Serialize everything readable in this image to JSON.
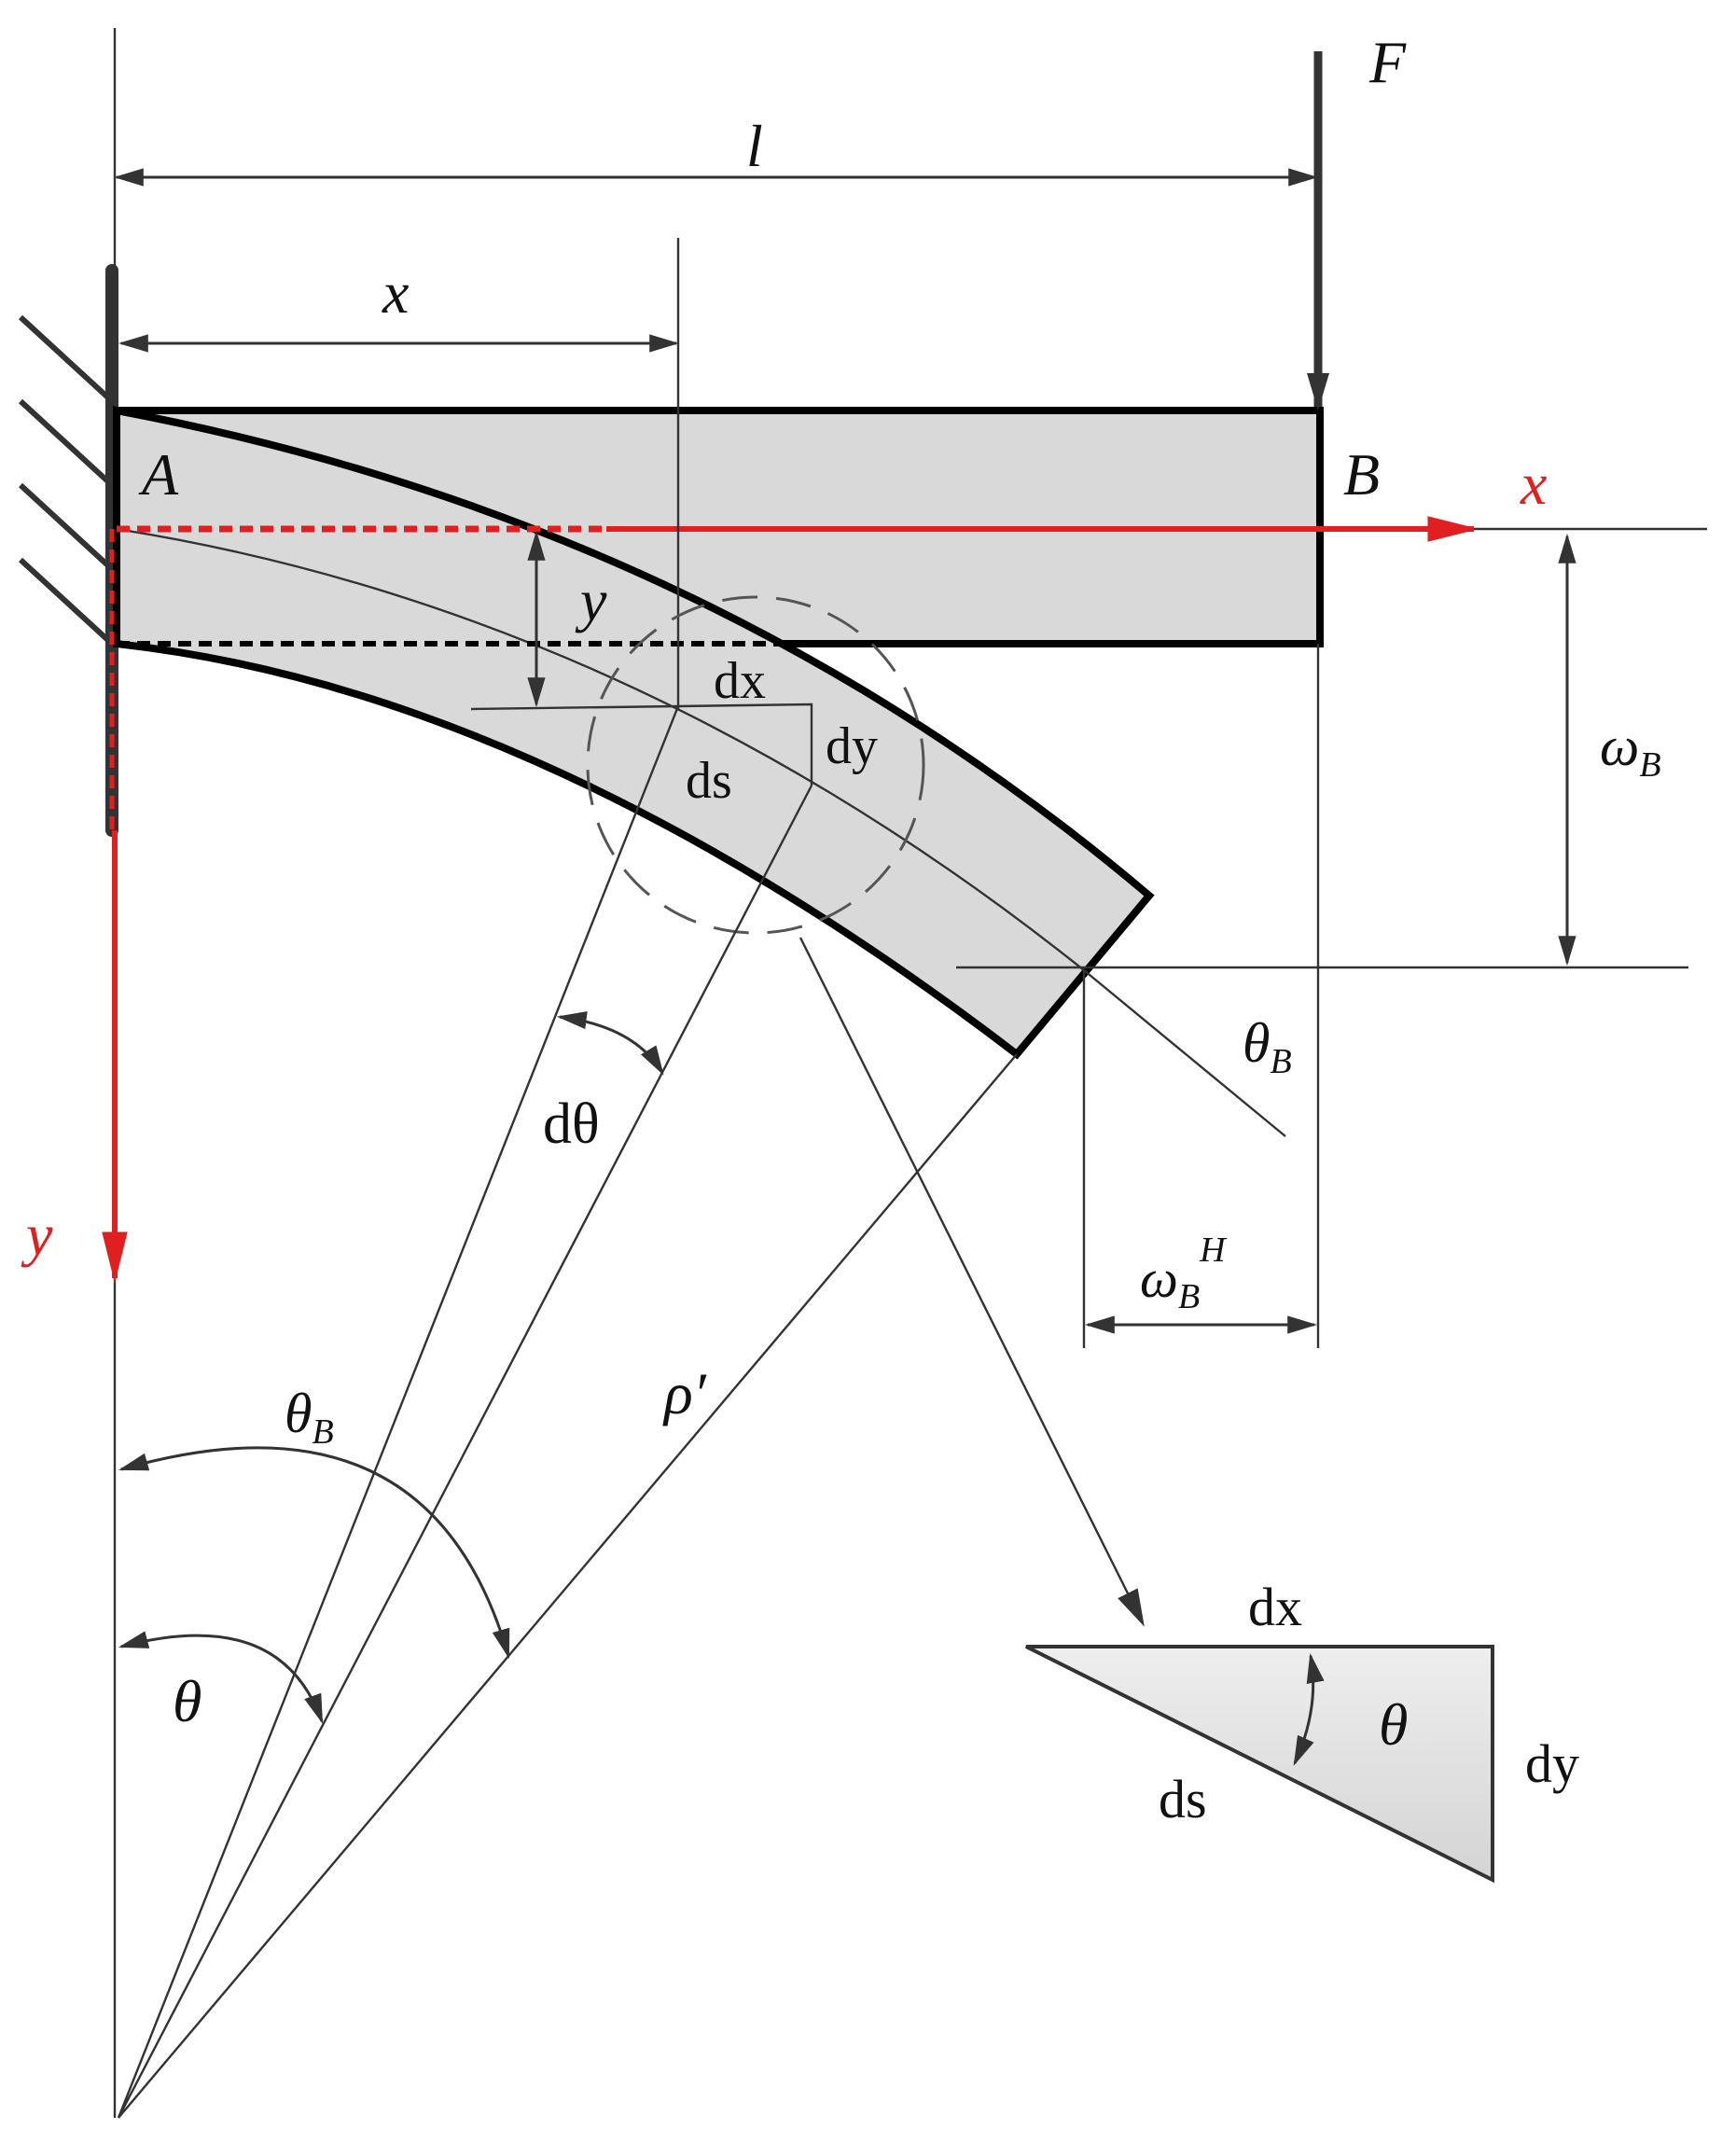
{
  "diagram": {
    "force": {
      "label": "F"
    },
    "length": {
      "label": "l"
    },
    "position": {
      "label": "x"
    },
    "points": {
      "fixed_end": "A",
      "free_end": "B"
    },
    "axes": {
      "x_label": "x",
      "y_label": "y",
      "axis_color": "#e02020"
    },
    "deflection": {
      "label": "y"
    },
    "element": {
      "dx": "dx",
      "dy": "dy",
      "ds": "ds"
    },
    "tip_deflection": {
      "label": "ω",
      "sub": "B"
    },
    "tip_angle": {
      "label": "θ",
      "sub": "B"
    },
    "horizontal_shift": {
      "label": "ω",
      "sub": "B",
      "sup": "H"
    },
    "center": {
      "d_theta": "dθ",
      "radius": "ρ′",
      "theta_b": {
        "label": "θ",
        "sub": "B"
      },
      "theta": "θ"
    },
    "triangle": {
      "dx": "dx",
      "dy": "dy",
      "ds": "ds",
      "theta": "θ"
    },
    "colors": {
      "beam_fill": "#d9d9d9",
      "triangle_fill": "#dedede",
      "line": "#333333"
    }
  }
}
